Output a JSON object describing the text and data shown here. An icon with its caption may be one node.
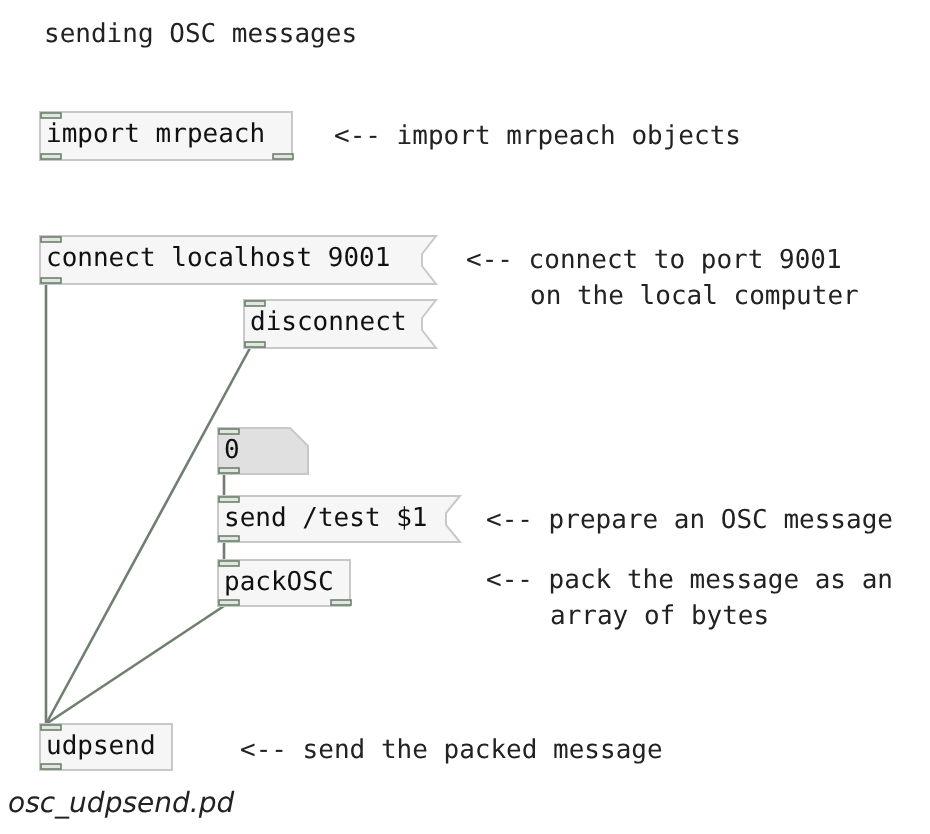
{
  "diagram": {
    "title": "sending OSC messages",
    "caption": "osc_udpsend.pd",
    "nodes": [
      {
        "text": [
          "import mrpeach"
        ]
      },
      {
        "text": [
          "connect localhost 9001"
        ]
      },
      {
        "text": [
          "disconnect"
        ]
      },
      {
        "text": [
          "0"
        ]
      },
      {
        "text": [
          "send /test $1"
        ]
      },
      {
        "text": [
          "packOSC"
        ]
      },
      {
        "text": [
          "udpsend"
        ]
      }
    ],
    "edges": [
      {
        "from": 1,
        "to": 6,
        "arrow": "none"
      },
      {
        "from": 2,
        "to": 6,
        "arrow": "none"
      },
      {
        "from": 3,
        "to": 4,
        "arrow": "none"
      },
      {
        "from": 4,
        "to": 5,
        "arrow": "none"
      },
      {
        "from": 5,
        "to": 6,
        "arrow": "none"
      }
    ],
    "labels": [
      "<-- import mrpeach objects",
      "<-- connect to port 9001 on the local computer",
      "<-- prepare an OSC message",
      "<-- pack the message as an array of bytes",
      "<-- send the packed message"
    ]
  }
}
